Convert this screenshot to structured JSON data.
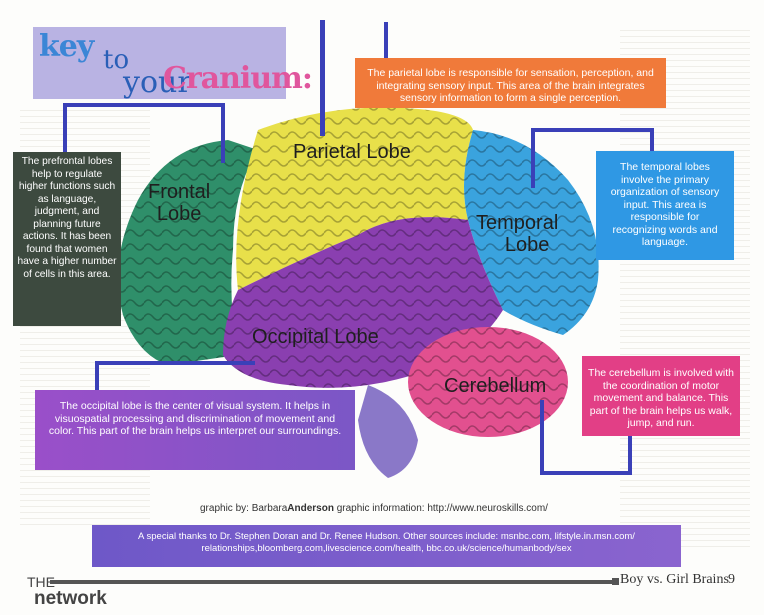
{
  "title": {
    "key": "key",
    "to": "to",
    "your": "your",
    "cranium": "Cranium:"
  },
  "boxes": {
    "parietal": "The parietal lobe is responsible for sensation, perception, and integrating sensory input. This area of the brain integrates sensory information to form a single perception.",
    "prefrontal": "The prefrontal lobes help to regulate higher functions such as language, judgment, and planning future actions. It has been found that women have a higher number of cells in this area.",
    "temporal": "The temporal lobes involve the primary organization of sensory input. This area is responsible for recognizing words and language.",
    "cerebellum": "The cerebellum is involved with the coordination of motor movement and balance. This part of the brain helps us walk, jump, and run.",
    "occipital": "The occipital lobe is the center of visual system. It helps in visuospatial processing and discrimination of movement and color. This part of the brain helps us interpret our surroundings."
  },
  "labels": {
    "parietal": "Parietal Lobe",
    "frontal_1": "Frontal",
    "frontal_2": "Lobe",
    "temporal_1": "Temporal",
    "temporal_2": "Lobe",
    "occipital": "Occipital Lobe",
    "cerebellum": "Cerebellum"
  },
  "credit": {
    "prefix": "graphic by: Barbara",
    "name": "Anderson",
    "suffix": " graphic information: http://www.neuroskills.com/"
  },
  "thanks": "A special thanks to Dr. Stephen Doran and Dr. Renee Hudson. Other sources include: msnbc.com, lifstyle.in.msn.com/ relationships,bloomberg.com,livescience.com/health, bbc.co.uk/science/humanbody/sex",
  "footer": {
    "the": "THE",
    "network": "network",
    "section": "Boy vs. Girl Brains",
    "page": "9"
  },
  "colors": {
    "frontal": "#2f8f6a",
    "parietal": "#e8e04a",
    "temporal": "#3aa3de",
    "occipital": "#8a3fb0",
    "cerebellum": "#e2508f",
    "connector": "#3a40b8"
  }
}
